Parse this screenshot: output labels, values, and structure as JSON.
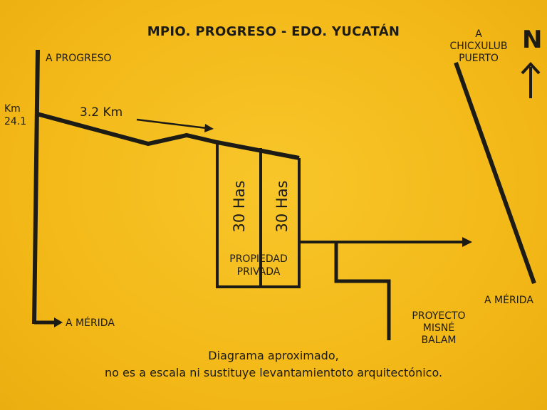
{
  "title": "MPIO. PROGRESO - EDO. YUCATÁN",
  "labels": {
    "a_progreso": "A PROGRESO",
    "km": "Km",
    "km_value": "24.1",
    "distance": "3.2 Km",
    "a_merida_left": "A MÉRIDA",
    "a_chicxulub_line1": "A",
    "a_chicxulub_line2": "CHICXULUB",
    "a_chicxulub_line3": "PUERTO",
    "a_merida_right": "A MÉRIDA",
    "parcel_1": "30 Has",
    "parcel_2": "30 Has",
    "private_line1": "PROPIEDAD",
    "private_line2": "PRIVADA",
    "project_line1": "PROYECTO",
    "project_line2": "MISNÉ",
    "project_line3": "BALAM",
    "north": "N"
  },
  "note": {
    "line1": "Diagrama aproximado,",
    "line2": "no es a escala ni sustituye levantamientoto arquitectónico."
  },
  "colors": {
    "background": "#f5bd1c",
    "ink": "#1d1b16"
  }
}
